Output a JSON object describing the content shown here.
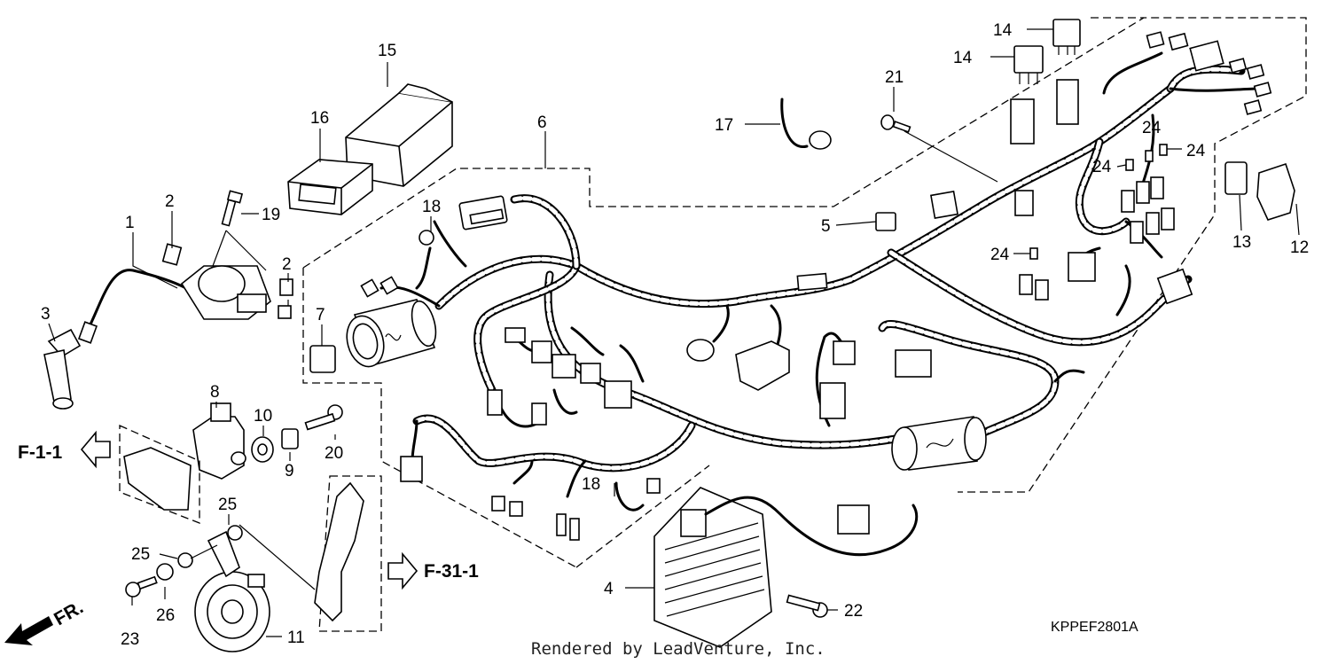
{
  "callouts": {
    "c1": "1",
    "c2a": "2",
    "c2b": "2",
    "c3": "3",
    "c4": "4",
    "c5": "5",
    "c6": "6",
    "c7": "7",
    "c8": "8",
    "c9": "9",
    "c10": "10",
    "c11": "11",
    "c12": "12",
    "c13": "13",
    "c14a": "14",
    "c14b": "14",
    "c15": "15",
    "c16": "16",
    "c17": "17",
    "c18a": "18",
    "c18b": "18",
    "c19": "19",
    "c20": "20",
    "c21": "21",
    "c22": "22",
    "c23": "23",
    "c24a": "24",
    "c24b": "24",
    "c24c": "24",
    "c24d": "24",
    "c25a": "25",
    "c25b": "25",
    "c26": "26"
  },
  "references": {
    "left": "F-1-1",
    "right": "F-31-1"
  },
  "direction": "FR.",
  "footer": "Rendered by LeadVenture, Inc.",
  "diagram_code": "KPPEF2801A"
}
